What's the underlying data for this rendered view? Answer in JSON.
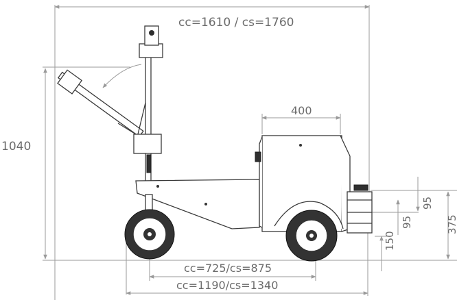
{
  "dimensions": {
    "overall_length": "cc=1610 / cs=1760",
    "height": "1040",
    "platform_width": "400",
    "dim_95_upper": "95",
    "dim_95_lower": "95",
    "height_375": "375",
    "height_150": "150",
    "wheelbase": "cc=725/cs=875",
    "total_base": "cc=1190/cs=1340"
  }
}
